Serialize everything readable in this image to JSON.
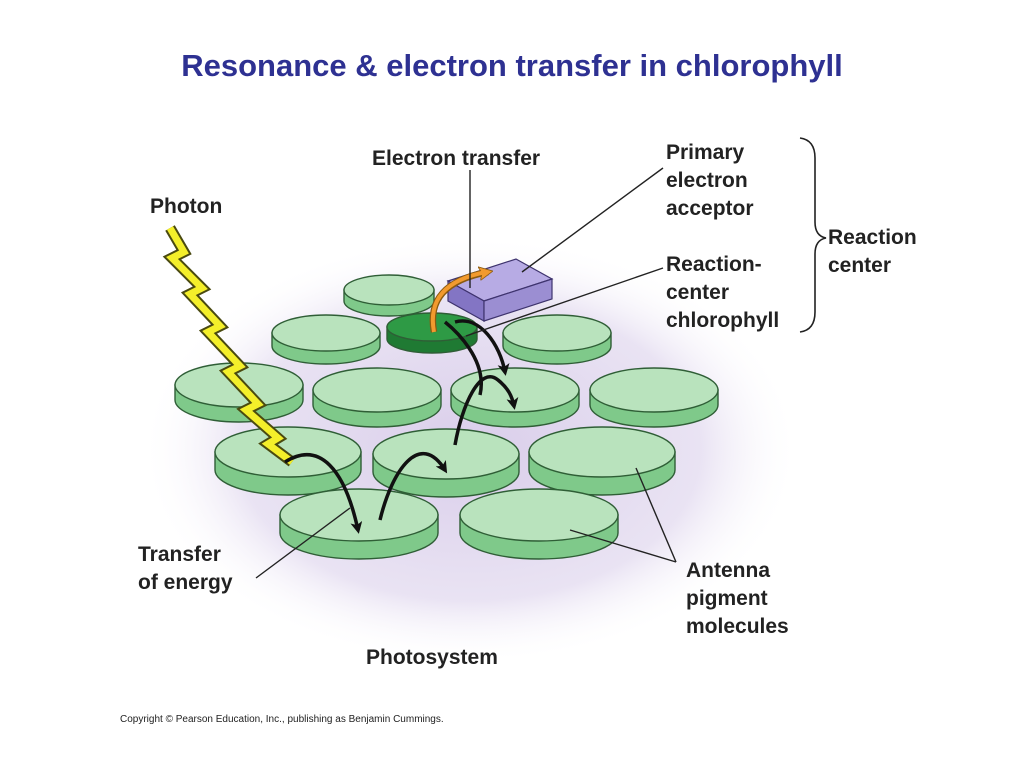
{
  "title": "Resonance & electron transfer in chlorophyll",
  "labels": {
    "photon": "Photon",
    "electron_transfer": "Electron transfer",
    "primary_acceptor": [
      "Primary",
      "electron",
      "acceptor"
    ],
    "reaction_center": [
      "Reaction",
      "center"
    ],
    "rc_chlorophyll": [
      "Reaction-",
      "center",
      "chlorophyll"
    ],
    "transfer_energy": [
      "Transfer",
      "of energy"
    ],
    "antenna": [
      "Antenna",
      "pigment",
      "molecules"
    ],
    "photosystem": "Photosystem"
  },
  "copyright": "Copyright © Pearson Education, Inc., publishing as Benjamin Cummings.",
  "colors": {
    "title": "#2e3192",
    "disk_top": "#b9e3bd",
    "disk_side": "#7fc98a",
    "disk_stroke": "#2f5e36",
    "rc_top": "#2e9a45",
    "acceptor": "#a093d6",
    "photon": "#f4ef2a",
    "glow": "#e2d9f0",
    "arrow": "#111111",
    "arrow_orange": "#f29a2e"
  }
}
